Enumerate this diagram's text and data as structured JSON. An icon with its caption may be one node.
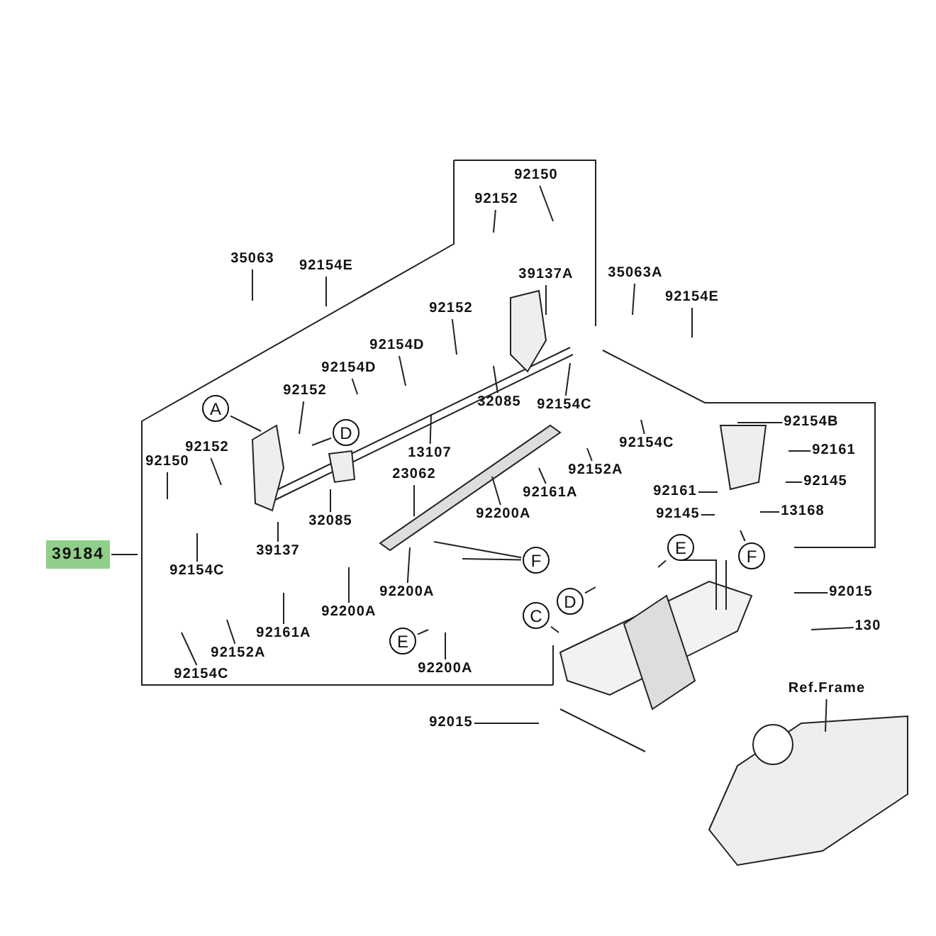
{
  "diagram": {
    "nodes": [
      {
        "text": [
          "92150"
        ]
      },
      {
        "text": [
          "92152"
        ]
      },
      {
        "text": [
          "35063"
        ]
      },
      {
        "text": [
          "92154E"
        ]
      },
      {
        "text": [
          "39137A"
        ]
      },
      {
        "text": [
          "35063A"
        ]
      },
      {
        "text": [
          "92154E"
        ]
      },
      {
        "text": [
          "92152"
        ]
      },
      {
        "text": [
          "92154D"
        ]
      },
      {
        "text": [
          "92154D"
        ]
      },
      {
        "text": [
          "92152"
        ]
      },
      {
        "text": [
          "A"
        ]
      },
      {
        "text": [
          "D"
        ]
      },
      {
        "text": [
          "32085"
        ]
      },
      {
        "text": [
          "92154C"
        ]
      },
      {
        "text": [
          "92152"
        ]
      },
      {
        "text": [
          "92150"
        ]
      },
      {
        "text": [
          "13107"
        ]
      },
      {
        "text": [
          "92154C"
        ]
      },
      {
        "text": [
          "92152A"
        ]
      },
      {
        "text": [
          "92161A"
        ]
      },
      {
        "text": [
          "92200A"
        ]
      },
      {
        "text": [
          "23062"
        ]
      },
      {
        "text": [
          "32085"
        ]
      },
      {
        "text": [
          "39137"
        ]
      },
      {
        "text": [
          "92154C"
        ]
      },
      {
        "text": [
          "92200A"
        ]
      },
      {
        "text": [
          "92200A"
        ]
      },
      {
        "text": [
          "92161A"
        ]
      },
      {
        "text": [
          "92152A"
        ]
      },
      {
        "text": [
          "92154C"
        ]
      },
      {
        "text": [
          "E"
        ]
      },
      {
        "text": [
          "92200A"
        ]
      },
      {
        "text": [
          "92154B"
        ]
      },
      {
        "text": [
          "92161"
        ]
      },
      {
        "text": [
          "92145"
        ]
      },
      {
        "text": [
          "92161"
        ]
      },
      {
        "text": [
          "92145"
        ]
      },
      {
        "text": [
          "13168"
        ]
      },
      {
        "text": [
          "F"
        ]
      },
      {
        "text": [
          "F"
        ]
      },
      {
        "text": [
          "E"
        ]
      },
      {
        "text": [
          "D"
        ]
      },
      {
        "text": [
          "C"
        ]
      },
      {
        "text": [
          "92015"
        ]
      },
      {
        "text": [
          "130"
        ]
      },
      {
        "text": [
          "Ref.Frame"
        ]
      },
      {
        "text": [
          "92015"
        ]
      },
      {
        "text": [
          "39184"
        ]
      }
    ],
    "edges": [
      {
        "from": 0,
        "to": null,
        "arrow": "none"
      },
      {
        "from": 1,
        "to": null,
        "arrow": "none"
      },
      {
        "from": 2,
        "to": null,
        "arrow": "none"
      },
      {
        "from": 3,
        "to": null,
        "arrow": "none"
      },
      {
        "from": 4,
        "to": null,
        "arrow": "none"
      },
      {
        "from": 5,
        "to": null,
        "arrow": "none"
      },
      {
        "from": 6,
        "to": null,
        "arrow": "none"
      },
      {
        "from": 7,
        "to": null,
        "arrow": "none"
      },
      {
        "from": 8,
        "to": null,
        "arrow": "none"
      },
      {
        "from": 9,
        "to": null,
        "arrow": "none"
      },
      {
        "from": 10,
        "to": null,
        "arrow": "none"
      },
      {
        "from": 11,
        "to": null,
        "arrow": "none"
      },
      {
        "from": 12,
        "to": null,
        "arrow": "none"
      },
      {
        "from": 13,
        "to": null,
        "arrow": "none"
      },
      {
        "from": 14,
        "to": null,
        "arrow": "none"
      },
      {
        "from": 15,
        "to": null,
        "arrow": "none"
      },
      {
        "from": 16,
        "to": null,
        "arrow": "none"
      },
      {
        "from": 17,
        "to": null,
        "arrow": "none"
      },
      {
        "from": 18,
        "to": null,
        "arrow": "none"
      },
      {
        "from": 19,
        "to": null,
        "arrow": "none"
      },
      {
        "from": 20,
        "to": null,
        "arrow": "none"
      },
      {
        "from": 21,
        "to": null,
        "arrow": "none"
      },
      {
        "from": 22,
        "to": null,
        "arrow": "none"
      },
      {
        "from": 23,
        "to": null,
        "arrow": "none"
      },
      {
        "from": 24,
        "to": null,
        "arrow": "none"
      },
      {
        "from": 25,
        "to": null,
        "arrow": "none"
      },
      {
        "from": 26,
        "to": null,
        "arrow": "none"
      },
      {
        "from": 27,
        "to": null,
        "arrow": "none"
      },
      {
        "from": 28,
        "to": null,
        "arrow": "none"
      },
      {
        "from": 29,
        "to": null,
        "arrow": "none"
      },
      {
        "from": 30,
        "to": null,
        "arrow": "none"
      },
      {
        "from": 31,
        "to": null,
        "arrow": "none"
      },
      {
        "from": 32,
        "to": null,
        "arrow": "none"
      },
      {
        "from": 33,
        "to": null,
        "arrow": "none"
      },
      {
        "from": 34,
        "to": null,
        "arrow": "none"
      },
      {
        "from": 35,
        "to": null,
        "arrow": "none"
      },
      {
        "from": 36,
        "to": null,
        "arrow": "none"
      },
      {
        "from": 37,
        "to": null,
        "arrow": "none"
      },
      {
        "from": 38,
        "to": null,
        "arrow": "none"
      },
      {
        "from": 39,
        "to": null,
        "arrow": "none"
      },
      {
        "from": 39,
        "to": null,
        "arrow": "none"
      },
      {
        "from": 40,
        "to": null,
        "arrow": "none"
      },
      {
        "from": 41,
        "to": null,
        "arrow": "none"
      },
      {
        "from": 42,
        "to": null,
        "arrow": "none"
      },
      {
        "from": 43,
        "to": null,
        "arrow": "none"
      },
      {
        "from": 44,
        "to": null,
        "arrow": "none"
      },
      {
        "from": 45,
        "to": null,
        "arrow": "none"
      },
      {
        "from": 46,
        "to": null,
        "arrow": "none"
      },
      {
        "from": 47,
        "to": null,
        "arrow": "none"
      },
      {
        "from": 48,
        "to": null,
        "arrow": "none"
      }
    ]
  }
}
